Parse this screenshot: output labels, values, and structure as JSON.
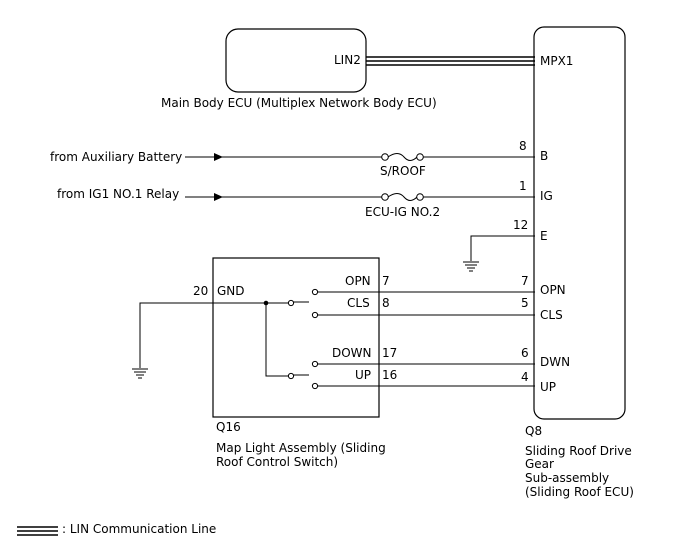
{
  "main_ecu": {
    "port": "LIN2",
    "caption": "Main Body ECU (Multiplex Network Body ECU)"
  },
  "sources": {
    "aux_battery": "from Auxiliary Battery",
    "ig1_relay": "from IG1 NO.1 Relay"
  },
  "fuses": {
    "sroof": "S/ROOF",
    "ecu_ig": "ECU-IG NO.2"
  },
  "q8": {
    "id": "Q8",
    "name_lines": [
      "Sliding Roof Drive",
      "Gear",
      "Sub-assembly",
      "(Sliding Roof ECU)"
    ],
    "pins": {
      "mpx1": "MPX1",
      "b": {
        "num": "8",
        "label": "B"
      },
      "ig": {
        "num": "1",
        "label": "IG"
      },
      "e": {
        "num": "12",
        "label": "E"
      },
      "opn": {
        "num": "7",
        "label": "OPN"
      },
      "cls": {
        "num": "5",
        "label": "CLS"
      },
      "dwn": {
        "num": "6",
        "label": "DWN"
      },
      "up": {
        "num": "4",
        "label": "UP"
      }
    }
  },
  "q16": {
    "id": "Q16",
    "name_lines": [
      "Map Light Assembly (Sliding",
      "Roof Control Switch)"
    ],
    "pins": {
      "gnd": {
        "num": "20",
        "label": "GND"
      },
      "opn": {
        "num": "7",
        "label": "OPN"
      },
      "cls": {
        "num": "8",
        "label": "CLS"
      },
      "down": {
        "num": "17",
        "label": "DOWN"
      },
      "up": {
        "num": "16",
        "label": "UP"
      }
    }
  },
  "legend": {
    "label": ": LIN Communication Line"
  }
}
